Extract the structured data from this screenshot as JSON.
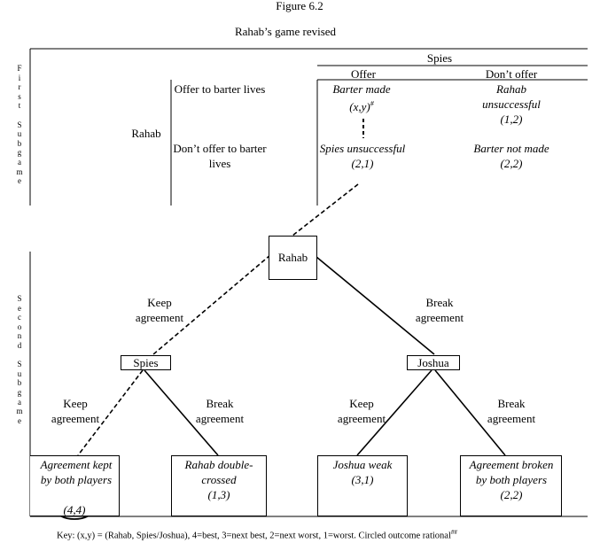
{
  "figure_number": "Figure 6.2",
  "title": "Rahab’s game revised",
  "first_subgame": {
    "side_label": "First Subgame",
    "column_player": "Spies",
    "columns": [
      "Offer",
      "Don’t offer"
    ],
    "row_player": "Rahab",
    "rows": [
      {
        "label": "Offer to barter lives",
        "cells": [
          {
            "text": "Barter made",
            "payoff": "(x,y)#"
          },
          {
            "text": "Rahab unsuccessful",
            "payoff": "(1,2)"
          }
        ]
      },
      {
        "label": "Don’t offer to barter lives",
        "cells": [
          {
            "text": "Spies unsuccessful",
            "payoff": "(2,1)"
          },
          {
            "text": "Barter not made",
            "payoff": "(2,2)"
          }
        ]
      }
    ]
  },
  "second_subgame": {
    "side_label": "Second Subgame",
    "root": "Rahab",
    "root_branches": [
      "Keep agreement",
      "Break agreement"
    ],
    "nodes": [
      "Spies",
      "Joshua"
    ],
    "sub_branches": [
      "Keep agreement",
      "Break agreement",
      "Keep agreement",
      "Break agreement"
    ],
    "outcomes": [
      {
        "text": "Agreement kept by both players",
        "payoff": "(4,4)",
        "circled": true
      },
      {
        "text": "Rahab double-crossed",
        "payoff": "(1,3)",
        "circled": false
      },
      {
        "text": "Joshua weak",
        "payoff": "(3,1)",
        "circled": false
      },
      {
        "text": "Agreement broken by both players",
        "payoff": "(2,2)",
        "circled": false
      }
    ]
  },
  "key": "Key: (x,y) = (Rahab, Spies/Joshua), 4=best, 3=next best, 2=next worst, 1=worst. Circled outcome rational##"
}
